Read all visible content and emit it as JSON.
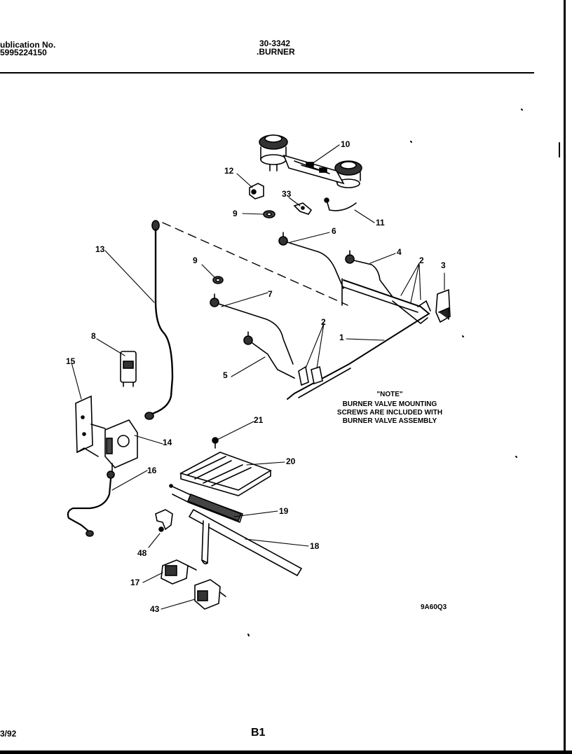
{
  "header": {
    "publication_label": "ublication No.",
    "publication_number": "5995224150",
    "model_number": "30-3342",
    "section_name": ".BURNER"
  },
  "labels": {
    "l1": "1",
    "l2a": "2",
    "l2b": "2",
    "l3": "3",
    "l4": "4",
    "l5": "5",
    "l6": "6",
    "l7": "7",
    "l8": "8",
    "l9a": "9",
    "l9b": "9",
    "l10": "10",
    "l11": "11",
    "l12": "12",
    "l13": "13",
    "l14": "14",
    "l15": "15",
    "l16": "16",
    "l17": "17",
    "l18": "18",
    "l19": "19",
    "l20": "20",
    "l21": "21",
    "l33": "33",
    "l43": "43",
    "l48": "48"
  },
  "note": {
    "title": "\"NOTE\"",
    "line1": "BURNER VALVE MOUNTING",
    "line2": "SCREWS ARE INCLUDED WITH",
    "line3": "BURNER VALVE ASSEMBLY"
  },
  "figure_code": "9A60Q3",
  "footer": {
    "date": "3/92",
    "page": "B1"
  }
}
